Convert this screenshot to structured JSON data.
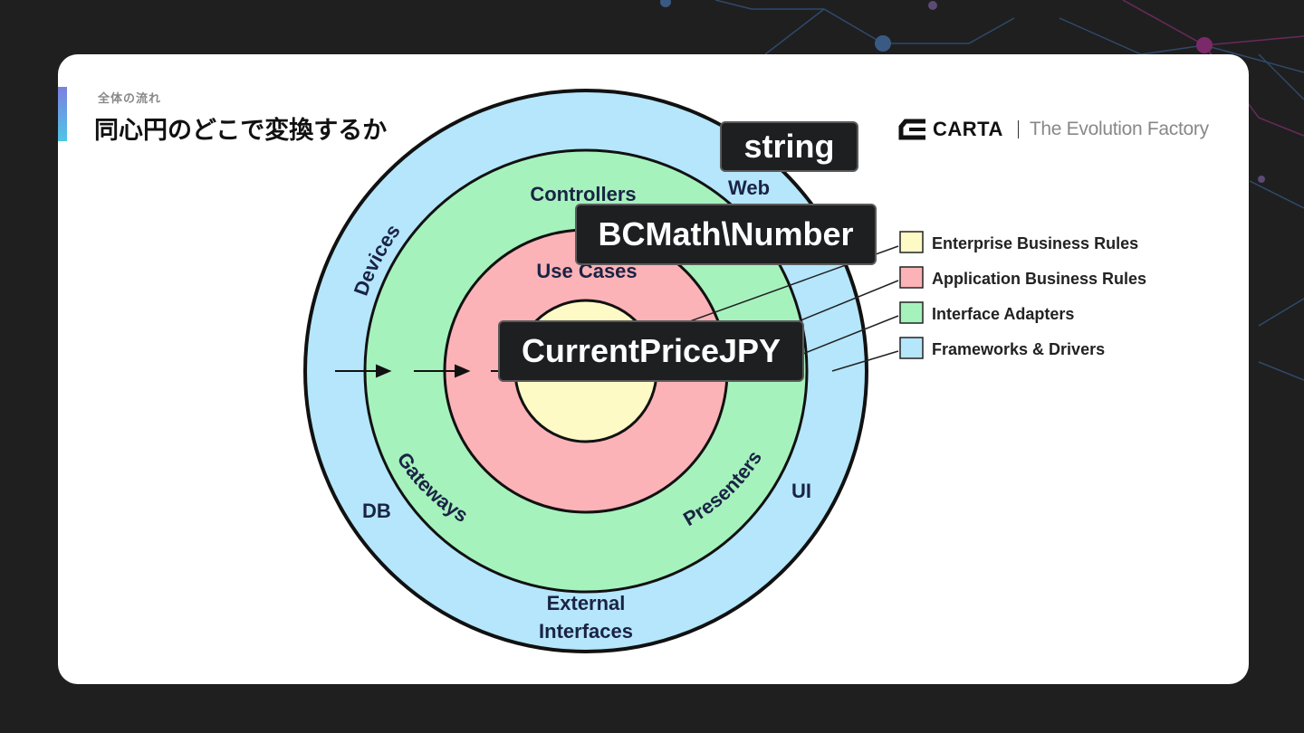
{
  "header": {
    "subtitle": "全体の流れ",
    "title": "同心円のどこで変換するか"
  },
  "logo": {
    "name": "CARTA",
    "tagline": "The Evolution Factory"
  },
  "diagram": {
    "rings": {
      "devices": "Devices",
      "web": "Web",
      "ui": "UI",
      "db": "DB",
      "external_line1": "External",
      "external_line2": "Interfaces",
      "controllers": "Controllers",
      "gateways": "Gateways",
      "presenters": "Presenters",
      "use_cases": "Use Cases"
    },
    "legend": [
      {
        "label": "Enterprise Business Rules",
        "color": "#fdfac6"
      },
      {
        "label": "Application Business Rules",
        "color": "#fbb3b7"
      },
      {
        "label": "Interface Adapters",
        "color": "#a6f2bd"
      },
      {
        "label": "Frameworks & Drivers",
        "color": "#b5e6fb"
      }
    ],
    "callouts": {
      "string": "string",
      "bcmath": "BCMath\\Number",
      "price": "CurrentPriceJPY"
    }
  },
  "colors": {
    "background": "#1f1f20",
    "slide": "#ffffff",
    "outer_ring": "#b5e6fb",
    "adapter_ring": "#a6f2bd",
    "usecase_ring": "#fbb3b7",
    "entity_core": "#fdfac6",
    "callout": "#1e1f21"
  }
}
